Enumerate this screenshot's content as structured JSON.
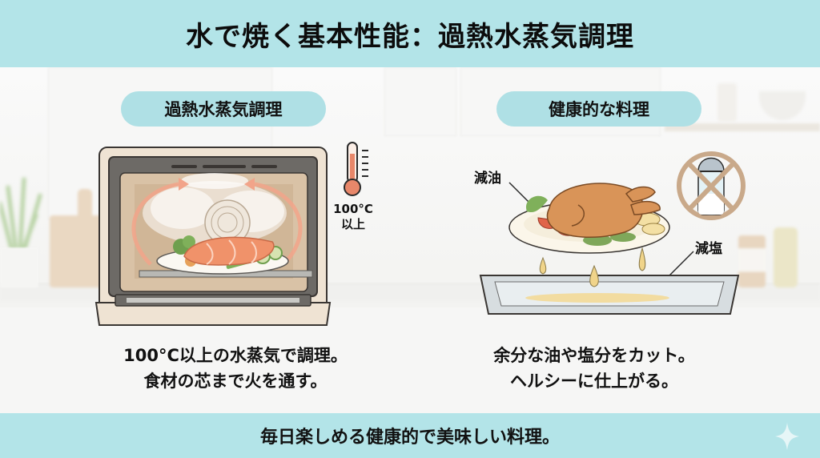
{
  "header": {
    "title": "水で焼く基本性能：過熱水蒸気調理"
  },
  "left_panel": {
    "pill_label": "過熱水蒸気調理",
    "thermometer_label_line1": "100°C",
    "thermometer_label_line2": "以上",
    "caption_line1": "100°C以上の水蒸気で調理。",
    "caption_line2": "食材の芯まで火を通す。",
    "illustration": "steam-oven-with-salmon-icon"
  },
  "right_panel": {
    "pill_label": "健康的な料理",
    "callout_oil": "減油",
    "callout_salt": "減塩",
    "caption_line1": "余分な油や塩分をカット。",
    "caption_line2": "ヘルシーに仕上がる。",
    "illustration": "roast-chicken-dripping-fat-icon",
    "no_salt_icon": "no-salt-shaker-icon"
  },
  "footer": {
    "tagline": "毎日楽しめる健康的で美味しい料理。"
  },
  "colors": {
    "band": "#b3e4e8",
    "pill": "#afe0e5",
    "text": "#111111",
    "thermo_red": "#e8876a",
    "no_sign": "#c9a98a",
    "oven_body": "#efe3d3"
  }
}
